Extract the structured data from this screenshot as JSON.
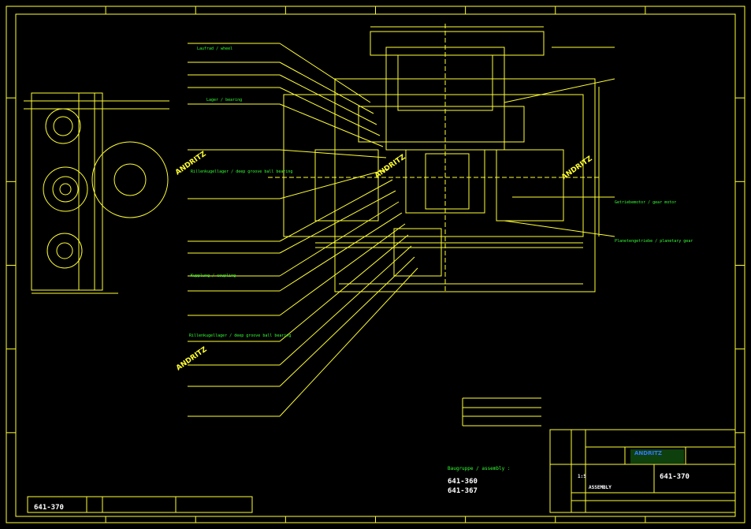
{
  "drawing": {
    "drawing_number": "641-370",
    "related_drawings_label": "Baugruppe / assembly :",
    "related_drawings": [
      "641-360",
      "641-367"
    ],
    "callouts": [
      "Laufrad / wheel",
      "Lager / bearing",
      "Rillenkugellager / deep groove ball bearing",
      "Kupplung / coupling",
      "Planetengetriebe / planetary gear",
      "Getriebemotor / gear motor",
      "Rillenkugellager / deep groove ball bearing"
    ],
    "title_block": {
      "company": "ANDRITZ",
      "line1": "ASSEMBLY",
      "scale": "1:5",
      "number": "641-370"
    },
    "stamp_text": "ANDRITZ",
    "colors": {
      "background": "#000000",
      "lines": "#ffff33",
      "text": "#33ff33",
      "title": "#ffffff"
    }
  }
}
